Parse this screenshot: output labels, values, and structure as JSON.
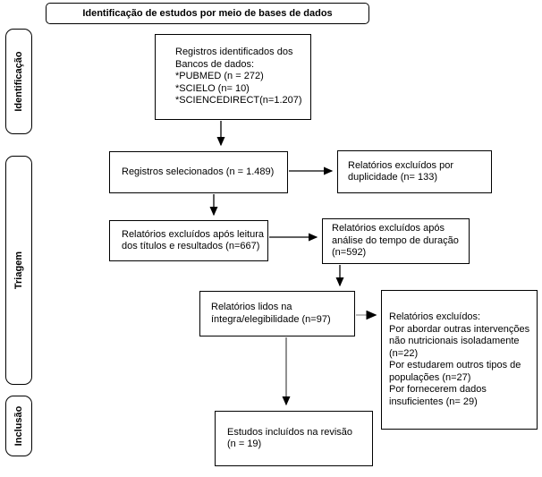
{
  "banner": {
    "label": "Identificação de estudos por meio de bases de dados"
  },
  "sidebar": {
    "stages": [
      {
        "label": "Identificação"
      },
      {
        "label": "Triagem"
      },
      {
        "label": "Inclusão"
      }
    ]
  },
  "flow": {
    "identified": {
      "lines": [
        "Registros identificados dos",
        "Bancos de dados:",
        "*PUBMED (n = 272)",
        "*SCIELO (n= 10)",
        "*SCIENCEDIRECT(n=1.207)"
      ]
    },
    "selected": {
      "lines": [
        "Registros selecionados (n = 1.489)"
      ]
    },
    "excluded_duplicates": {
      "lines": [
        "Relatórios excluídos por",
        "duplicidade (n= 133)"
      ]
    },
    "excluded_titles": {
      "lines": [
        "Relatórios excluídos após leitura",
        "dos títulos e resultados (n=667)"
      ]
    },
    "excluded_duration": {
      "lines": [
        "Relatórios excluídos após",
        "análise do tempo de duração",
        "(n=592)"
      ]
    },
    "full_text": {
      "lines": [
        "Relatórios lidos na",
        "íntegra/elegibilidade (n=97)"
      ]
    },
    "excluded_reasons": {
      "lines": [
        "Relatórios excluídos:",
        "Por abordar outras intervenções",
        "não nutricionais isoladamente",
        "(n=22)",
        "Por estudarem outros tipos de",
        "populações (n=27)",
        "Por fornecerem dados",
        "insuficientes (n= 29)"
      ]
    },
    "included": {
      "lines": [
        "Estudos incluídos na revisão",
        "(n = 19)"
      ]
    }
  },
  "counts": {
    "pubmed": 272,
    "scielo": 10,
    "sciencedirect": 1207,
    "selected": 1489,
    "excluded_duplicates": 133,
    "excluded_titles_results": 667,
    "excluded_duration": 592,
    "full_text_read": 97,
    "excluded_other_interventions": 22,
    "excluded_other_populations": 27,
    "excluded_insufficient_data": 29,
    "included_review": 19
  },
  "colors": {
    "border": "#000000",
    "background": "#ffffff",
    "arrow": "#000000",
    "gray_arrow": "#a6a6a6",
    "dark_arrow": "#555555"
  }
}
